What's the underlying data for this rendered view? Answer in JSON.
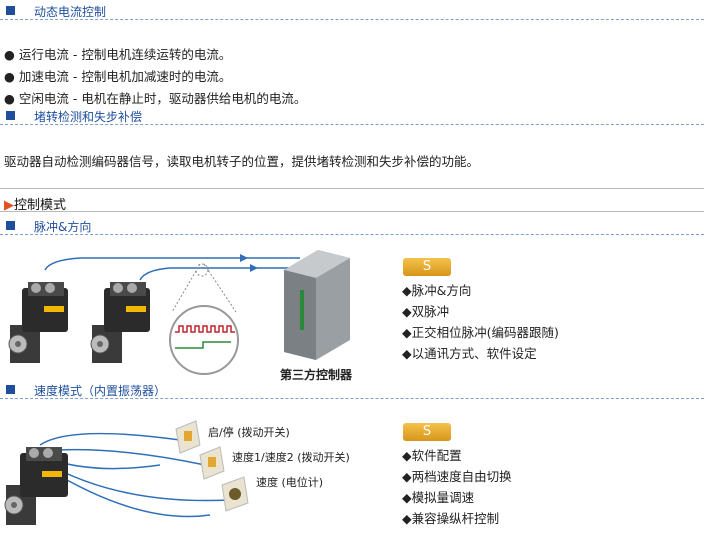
{
  "sections": {
    "dynamic_current": {
      "title": "动态电流控制"
    },
    "stall": {
      "title": "堵转检测和失步补偿"
    },
    "pulse": {
      "title": "脉冲&方向"
    },
    "velocity": {
      "title": "速度模式（内置振荡器）"
    }
  },
  "dynamic_current_items": [
    "● 运行电流 - 控制电机连续运转的电流。",
    "● 加速电流 - 控制电机加减速时的电流。",
    "● 空闲电流 - 电机在静止时，驱动器供给电机的电流。"
  ],
  "stall_text": "驱动器自动检测编码器信号，读取电机转子的位置，提供堵转检测和失步补偿的功能。",
  "control_mode": {
    "marker": "▶",
    "title": "控制模式"
  },
  "pulse_mode": {
    "badge": "S",
    "controller_label": "第三方控制器",
    "features": [
      "◆脉冲&方向",
      "◆双脉冲",
      "◆正交相位脉冲(编码器跟随)",
      "◆以通讯方式、软件设定"
    ]
  },
  "velocity_mode": {
    "badge": "S",
    "switch_labels": [
      "启/停 (拨动开关)",
      "速度1/速度2 (拨动开关)",
      "速度 (电位计)"
    ],
    "features": [
      "◆软件配置",
      "◆两档速度自由切换",
      "◆模拟量调速",
      "◆兼容操纵杆控制"
    ]
  },
  "colors": {
    "accent": "#1f4e9c",
    "badge": "#e3a630",
    "wire": "#2e6fb8",
    "marker": "#e4501f"
  }
}
